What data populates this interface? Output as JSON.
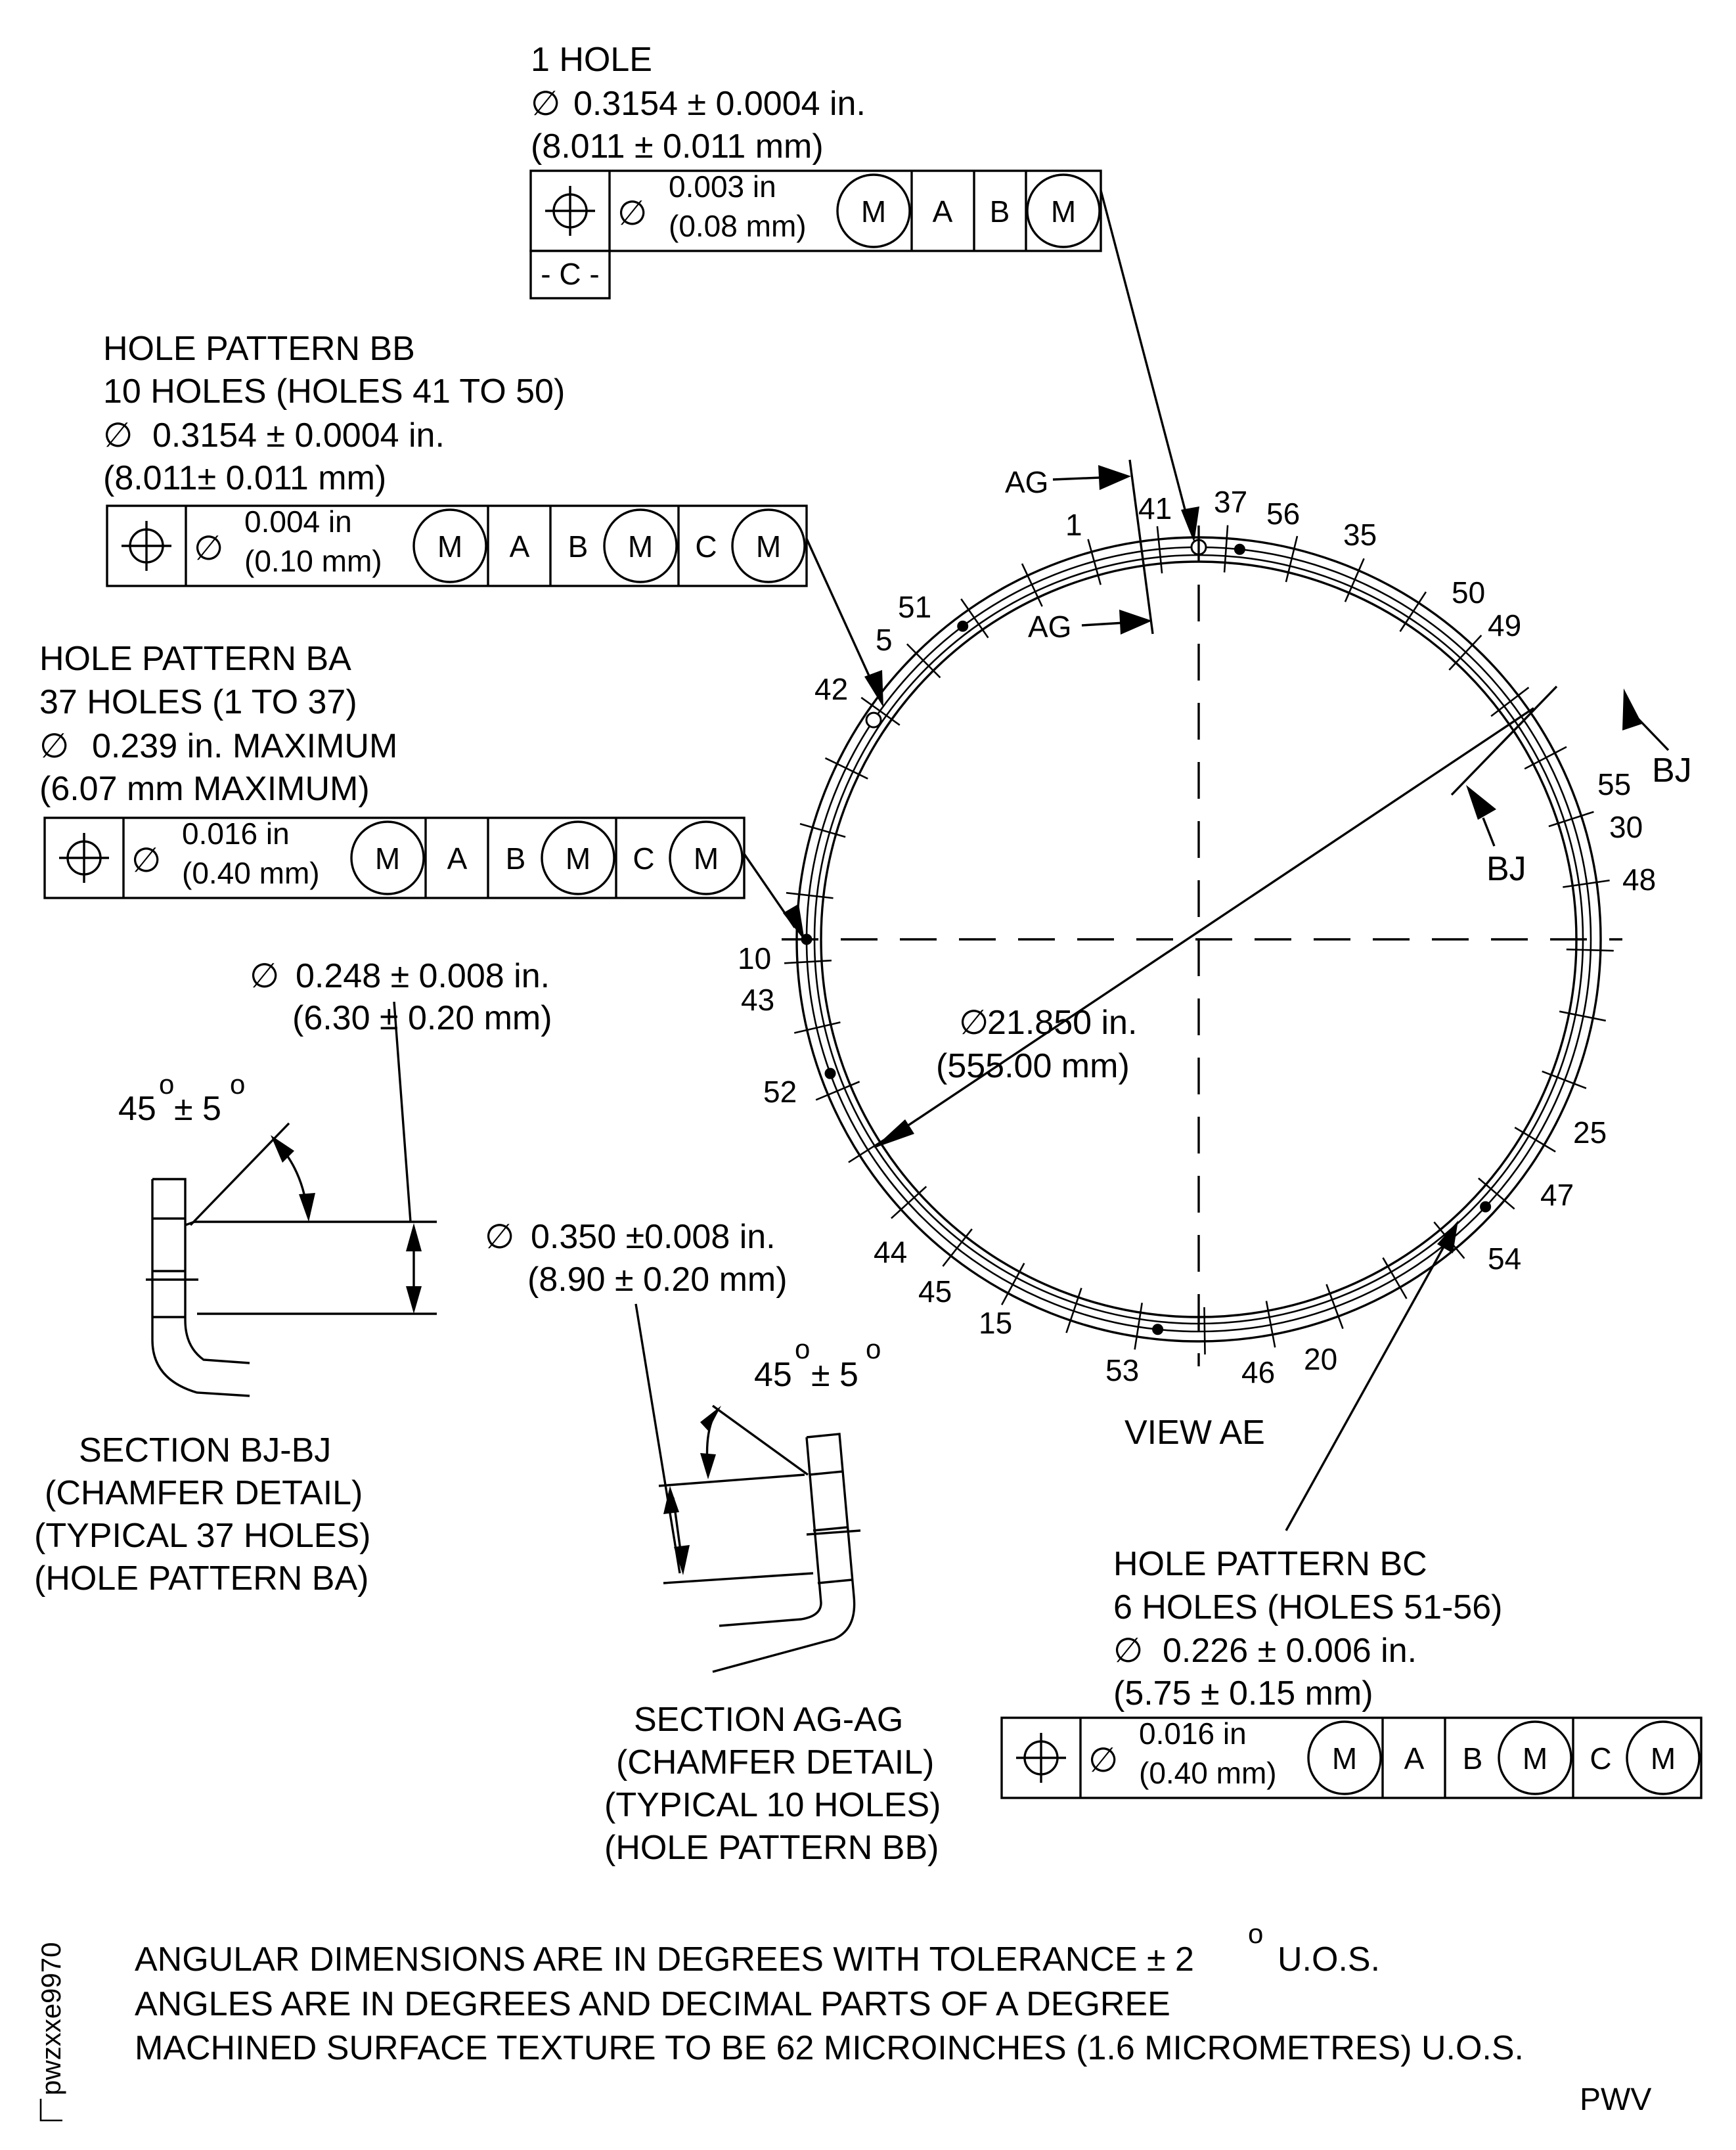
{
  "top_callout": {
    "title": "1 HOLE",
    "dia_in": "0.3154 ± 0.0004 in.",
    "dia_mm": "(8.011 ± 0.011 mm)",
    "fcf": {
      "tol_in": "0.003 in",
      "tol_mm": "(0.08 mm)",
      "m1": "M",
      "a": "A",
      "b": "B",
      "m2": "M"
    },
    "datum": "- C -"
  },
  "bb_callout": {
    "title": "HOLE PATTERN BB",
    "count": "10 HOLES (HOLES 41 TO 50)",
    "dia_in": "0.3154 ± 0.0004 in.",
    "dia_mm": "(8.011± 0.011 mm)",
    "fcf": {
      "tol_in": "0.004 in",
      "tol_mm": "(0.10 mm)",
      "m1": "M",
      "a": "A",
      "b": "B",
      "m2": "M",
      "c": "C",
      "m3": "M"
    }
  },
  "ba_callout": {
    "title": "HOLE PATTERN BA",
    "count": "37 HOLES (1 TO 37)",
    "dia_in": "0.239 in. MAXIMUM",
    "dia_mm": "(6.07 mm MAXIMUM)",
    "fcf": {
      "tol_in": "0.016 in",
      "tol_mm": "(0.40 mm)",
      "m1": "M",
      "a": "A",
      "b": "B",
      "m2": "M",
      "c": "C",
      "m3": "M"
    }
  },
  "bc_callout": {
    "title": "HOLE PATTERN BC",
    "count": "6 HOLES (HOLES 51-56)",
    "dia_in": "0.226 ± 0.006 in.",
    "dia_mm": "(5.75 ± 0.15 mm)",
    "fcf": {
      "tol_in": "0.016 in",
      "tol_mm": "(0.40 mm)",
      "m1": "M",
      "a": "A",
      "b": "B",
      "m2": "M",
      "c": "C",
      "m3": "M"
    }
  },
  "ring": {
    "dia_in": "21.850 in.",
    "dia_mm": "(555.00 mm)",
    "view_label": "VIEW AE",
    "section_marks": {
      "ag": "AG",
      "bj": "BJ"
    },
    "hole_labels": [
      "41",
      "37",
      "56",
      "35",
      "1",
      "50",
      "49",
      "51",
      "5",
      "42",
      "55",
      "30",
      "48",
      "10",
      "43",
      "52",
      "25",
      "47",
      "54",
      "44",
      "45",
      "15",
      "53",
      "46",
      "20"
    ]
  },
  "section_bj": {
    "dia_in": "0.248 ± 0.008 in.",
    "dia_mm": "(6.30 ± 0.20 mm)",
    "angle": "45",
    "angle_tol": "± 5",
    "deg": "o",
    "caption": [
      "SECTION BJ-BJ",
      "(CHAMFER DETAIL)",
      "(TYPICAL 37 HOLES)",
      "(HOLE PATTERN BA)"
    ]
  },
  "section_ag": {
    "dia_in": "0.350 ±0.008 in.",
    "dia_mm": "(8.90 ± 0.20 mm)",
    "angle": "45",
    "angle_tol": "± 5",
    "deg": "o",
    "caption": [
      "SECTION AG-AG",
      "(CHAMFER DETAIL)",
      "(TYPICAL 10 HOLES)",
      "(HOLE PATTERN BB)"
    ]
  },
  "notes": {
    "line1": "ANGULAR DIMENSIONS ARE IN DEGREES WITH TOLERANCE ± 2",
    "line1_deg": "o",
    "line1_tail": "U.O.S.",
    "line2": "ANGLES ARE IN DEGREES AND DECIMAL PARTS OF A DEGREE",
    "line3": "MACHINED SURFACE TEXTURE TO BE 62 MICROINCHES (1.6 MICROMETRES) U.O.S."
  },
  "side_id": "pwzxxe9970",
  "corner_id": "PWV"
}
